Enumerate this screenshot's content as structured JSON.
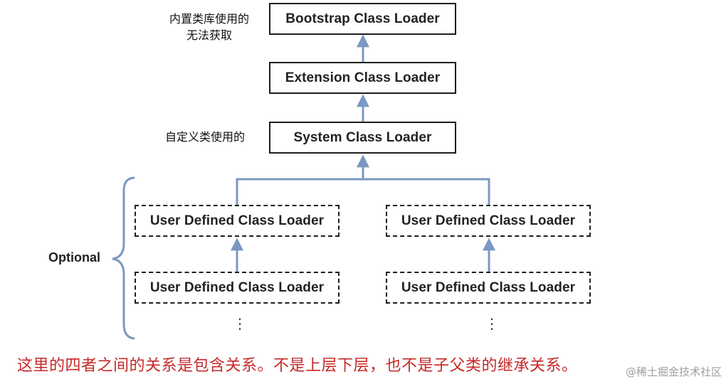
{
  "loaders": {
    "bootstrap": "Bootstrap Class Loader",
    "extension": "Extension Class Loader",
    "system": "System Class Loader",
    "user_defined": [
      "User Defined Class Loader",
      "User Defined Class Loader",
      "User Defined Class Loader",
      "User Defined Class Loader"
    ]
  },
  "notes": {
    "bootstrap_line1": "内置类库使用的",
    "bootstrap_line2": "无法获取",
    "system": "自定义类使用的"
  },
  "optional_label": "Optional",
  "continuation": "⋮",
  "caption": "这里的四者之间的关系是包含关系。不是上层下层，也不是子父类的继承关系。",
  "watermark": "@稀土掘金技术社区",
  "colors": {
    "arrow": "#7a98c2",
    "bracket": "#7a98c2",
    "caption": "#c62828",
    "box_border": "#1e1e1e"
  }
}
